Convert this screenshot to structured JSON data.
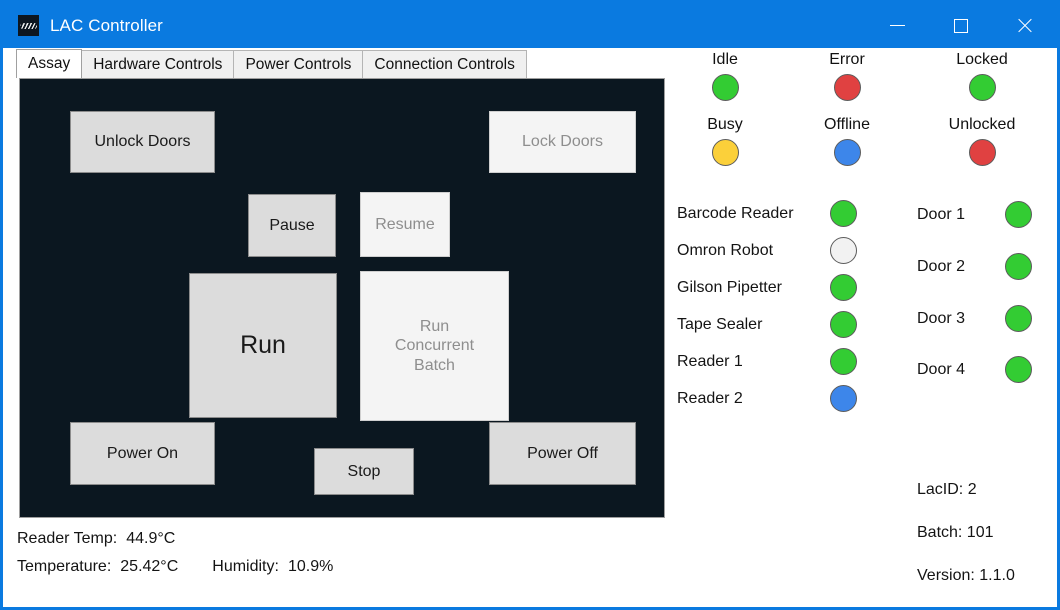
{
  "window": {
    "title": "LAC Controller",
    "icon": "app-waveform-icon",
    "accent_color": "#0a7ae0",
    "controls": {
      "minimize": "minimize-icon",
      "maximize": "maximize-icon",
      "close": "close-icon"
    }
  },
  "tabs": [
    {
      "label": "Assay",
      "active": true
    },
    {
      "label": "Hardware Controls",
      "active": false
    },
    {
      "label": "Power Controls",
      "active": false
    },
    {
      "label": "Connection Controls",
      "active": false
    }
  ],
  "assay_panel": {
    "background_color": "#0b1720",
    "buttons": [
      {
        "id": "unlock-doors",
        "label": "Unlock Doors",
        "enabled": true
      },
      {
        "id": "lock-doors",
        "label": "Lock Doors",
        "enabled": false
      },
      {
        "id": "pause",
        "label": "Pause",
        "enabled": true
      },
      {
        "id": "resume",
        "label": "Resume",
        "enabled": false
      },
      {
        "id": "run",
        "label": "Run",
        "enabled": true
      },
      {
        "id": "run-concurrent",
        "label": "Run\nConcurrent\nBatch",
        "enabled": false
      },
      {
        "id": "power-on",
        "label": "Power On",
        "enabled": true
      },
      {
        "id": "stop",
        "label": "Stop",
        "enabled": true
      },
      {
        "id": "power-off",
        "label": "Power Off",
        "enabled": true
      }
    ]
  },
  "legend": [
    {
      "label": "Idle",
      "color": "#33cc33"
    },
    {
      "label": "Error",
      "color": "#e04141"
    },
    {
      "label": "Locked",
      "color": "#33cc33"
    },
    {
      "label": "Busy",
      "color": "#fbd03a"
    },
    {
      "label": "Offline",
      "color": "#3d86ea"
    },
    {
      "label": "Unlocked",
      "color": "#e04141"
    }
  ],
  "devices": [
    {
      "label": "Barcode Reader",
      "color": "#33cc33"
    },
    {
      "label": "Omron Robot",
      "color": "#f2f2f2"
    },
    {
      "label": "Gilson Pipetter",
      "color": "#33cc33"
    },
    {
      "label": "Tape Sealer",
      "color": "#33cc33"
    },
    {
      "label": "Reader 1",
      "color": "#33cc33"
    },
    {
      "label": "Reader 2",
      "color": "#3d86ea"
    }
  ],
  "doors": [
    {
      "label": "Door 1",
      "color": "#33cc33"
    },
    {
      "label": "Door 2",
      "color": "#33cc33"
    },
    {
      "label": "Door 3",
      "color": "#33cc33"
    },
    {
      "label": "Door 4",
      "color": "#33cc33"
    }
  ],
  "meta": [
    {
      "text": "LacID: 2"
    },
    {
      "text": "Batch: 101"
    },
    {
      "text": "Version: 1.1.0"
    }
  ],
  "status_bar": {
    "reader_temp_label": "Reader Temp:",
    "reader_temp_value": "44.9°C",
    "temperature_label": "Temperature:",
    "temperature_value": "25.42°C",
    "humidity_label": "Humidity:",
    "humidity_value": "10.9%"
  }
}
